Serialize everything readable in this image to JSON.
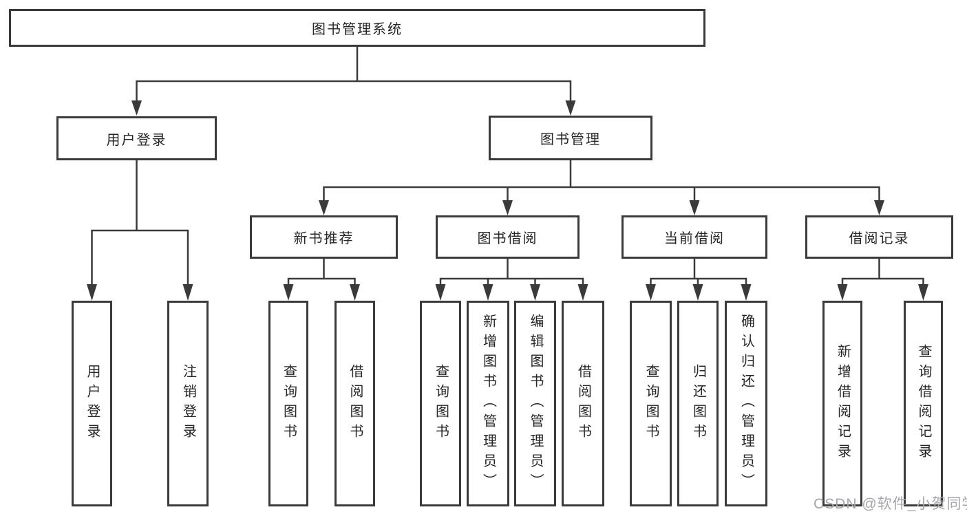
{
  "tree": {
    "label": "图书管理系统",
    "children": [
      {
        "label": "用户登录",
        "children": [
          {
            "label": "用户登录"
          },
          {
            "label": "注销登录"
          }
        ]
      },
      {
        "label": "图书管理",
        "children": [
          {
            "label": "新书推荐",
            "children": [
              {
                "label": "查询图书"
              },
              {
                "label": "借阅图书"
              }
            ]
          },
          {
            "label": "图书借阅",
            "children": [
              {
                "label": "查询图书"
              },
              {
                "label": "新增图书（管理员）"
              },
              {
                "label": "编辑图书（管理员）"
              },
              {
                "label": "借阅图书"
              }
            ]
          },
          {
            "label": "当前借阅",
            "children": [
              {
                "label": "查询图书"
              },
              {
                "label": "归还图书"
              },
              {
                "label": "确认归还（管理员）"
              }
            ]
          },
          {
            "label": "借阅记录",
            "children": [
              {
                "label": "新增借阅记录"
              },
              {
                "label": "查询借阅记录"
              }
            ]
          }
        ]
      }
    ]
  },
  "watermark": {
    "text": "CSDN @软件_小贺同学"
  },
  "colors": {
    "line": "#3a3a3a",
    "text": "#262626",
    "background": "#ffffff",
    "watermark": "#a5a5ab"
  }
}
